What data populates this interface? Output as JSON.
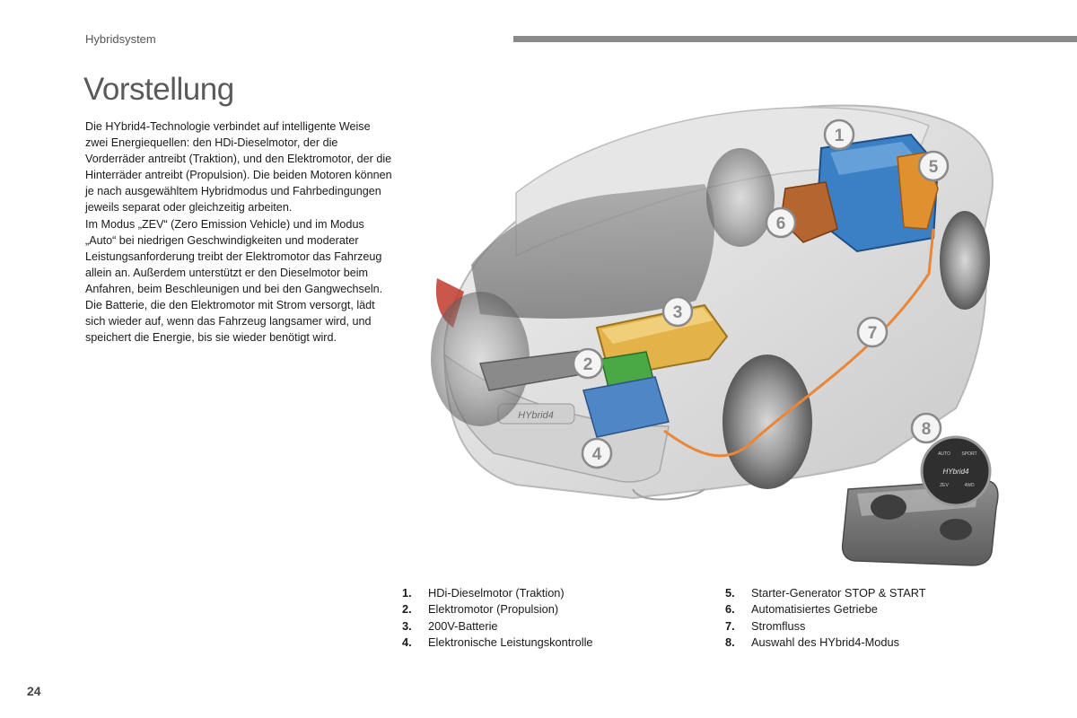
{
  "header": {
    "section": "Hybridsystem"
  },
  "page": {
    "title": "Vorstellung",
    "number": "24"
  },
  "intro": {
    "paragraphs": [
      "Die HYbrid4-Technologie verbindet auf intelligente Weise zwei Energiequellen: den HDi-Dieselmotor, der die Vorderräder antreibt (Traktion), und den Elektromotor, der die Hinterräder antreibt (Propulsion). Die beiden Motoren können je nach ausgewähltem Hybridmodus und Fahrbedingungen jeweils separat oder gleichzeitig arbeiten.",
      "Im Modus „ZEV“ (Zero Emission Vehicle) und im Modus „Auto“ bei niedrigen Geschwindigkeiten und moderater Leistungsanforderung treibt der Elektromotor das Fahrzeug allein an. Außerdem unterstützt er den Dieselmotor beim Anfahren, beim Beschleunigen und bei den Gangwechseln.",
      "Die Batterie, die den Elektromotor mit Strom versorgt, lädt sich wieder auf, wenn das Fahrzeug langsamer wird, und speichert die Energie, bis sie wieder benötigt wird."
    ]
  },
  "figure": {
    "callouts": [
      "1",
      "2",
      "3",
      "4",
      "5",
      "6",
      "7",
      "8"
    ],
    "badge_text": "HYbrid4",
    "selector": {
      "top_left": "AUTO",
      "top_right": "SPORT",
      "bottom_left": "ZEV",
      "bottom_right": "4WD"
    }
  },
  "legend": {
    "left": [
      {
        "num": "1.",
        "text": "HDi-Dieselmotor (Traktion)"
      },
      {
        "num": "2.",
        "text": "Elektromotor (Propulsion)"
      },
      {
        "num": "3.",
        "text": "200V-Batterie"
      },
      {
        "num": "4.",
        "text": "Elektronische Leistungskontrolle"
      }
    ],
    "right": [
      {
        "num": "5.",
        "text": "Starter-Generator STOP & START"
      },
      {
        "num": "6.",
        "text": "Automatisiertes Getriebe"
      },
      {
        "num": "7.",
        "text": "Stromfluss"
      },
      {
        "num": "8.",
        "text": "Auswahl des HYbrid4-Modus"
      }
    ]
  },
  "colors": {
    "header_bar": "#8a8a8a",
    "engine": "#3b7fc4",
    "battery": "#e3b34a",
    "motor": "#4aa845",
    "controller": "#4f86c6",
    "gearbox": "#b5652e",
    "current_flow": "#e8873a"
  }
}
